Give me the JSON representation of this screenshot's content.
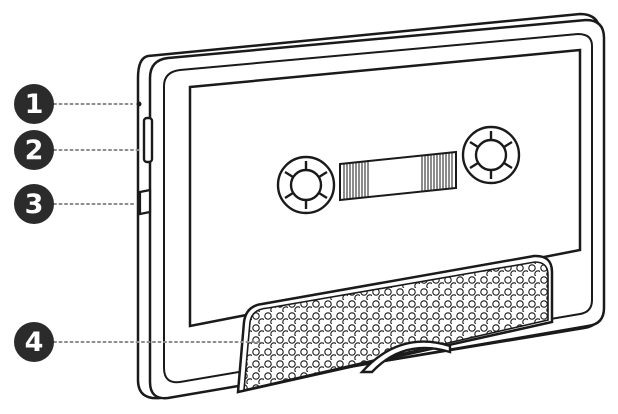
{
  "callouts": [
    {
      "number": "1",
      "part": "top-side-hole"
    },
    {
      "number": "2",
      "part": "side-button"
    },
    {
      "number": "3",
      "part": "side-port"
    },
    {
      "number": "4",
      "part": "speaker-grille"
    }
  ],
  "colors": {
    "outline": "#1a1a1a",
    "badge": "#2b2b2b",
    "leader": "#8c8c8c",
    "fill": "#ffffff"
  }
}
